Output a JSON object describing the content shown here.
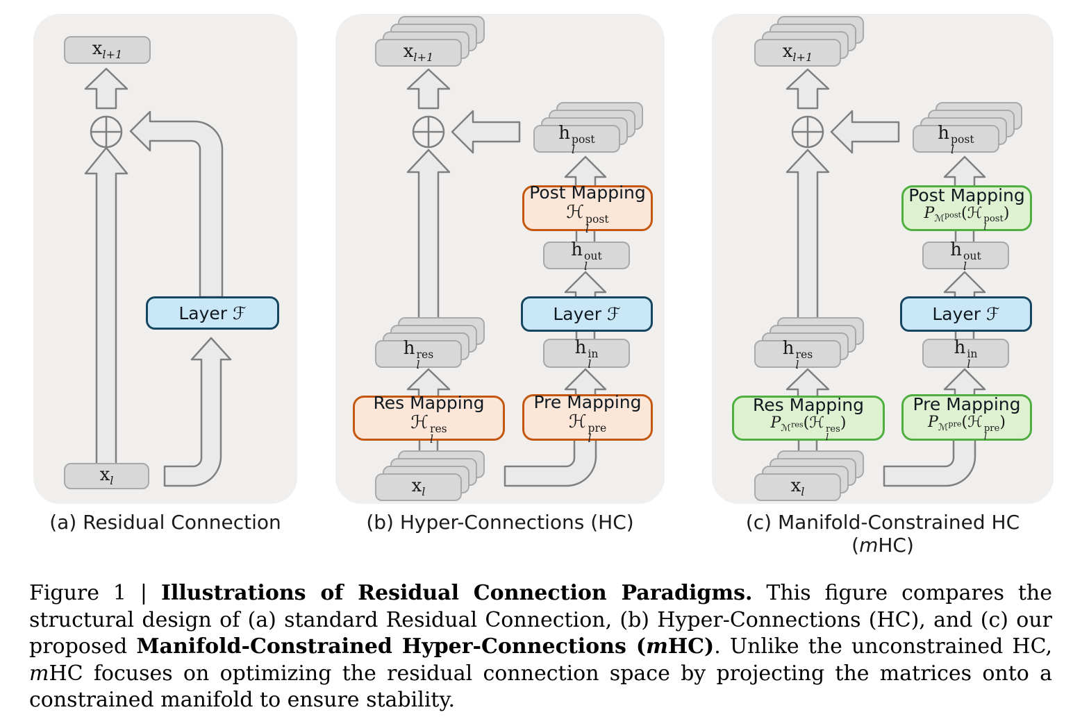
{
  "labels": {
    "x": "x",
    "l_plus_1": "l+1",
    "l": "l",
    "h": "h",
    "post": "post",
    "out": "out",
    "in": "in",
    "res": "res",
    "pre": "pre",
    "layer": "Layer ",
    "script_f": "ℱ",
    "post_mapping": "Post Mapping",
    "pre_mapping": "Pre Mapping",
    "res_mapping": "Res Mapping",
    "script_h": "ℋ",
    "script_p": "P",
    "script_m": "ℳ",
    "lparen": "(",
    "rparen": ")"
  },
  "panels": {
    "a": {
      "caption": "(a) Residual Connection"
    },
    "b": {
      "caption": "(b) Hyper-Connections (HC)"
    },
    "c": {
      "caption_pre": "(c) Manifold-Constrained HC (",
      "caption_m": "m",
      "caption_post": "HC)"
    }
  },
  "figure_caption": {
    "prefix": "Figure 1 | ",
    "bold_title": "Illustrations of Residual Connection Paradigms.",
    "body_1": " This figure compares the structural design of (a) standard Residual Connection, (b) Hyper-Connections (HC), and (c) our proposed ",
    "bold_2_pre": "Manifold-Constrained Hyper-Connections (",
    "bold_2_m": "m",
    "bold_2_post": "HC)",
    "body_2": ". Unlike the unconstrained HC, ",
    "body_2_m": "m",
    "body_3": "HC focuses on optimizing the residual connection space by projecting the matrices onto a constrained manifold to ensure stability."
  },
  "colors": {
    "panel_bg": "#f0efee",
    "card_fill": "#d8d8d8",
    "card_border": "#a9a9a9",
    "arrow_fill": "#ebeaea",
    "arrow_stroke": "#7f7f7f",
    "layer_fill": "#c9e7f6",
    "layer_border": "#16455f",
    "hc_mapping_fill": "#fbe6d7",
    "hc_mapping_border": "#c4570f",
    "mhc_mapping_fill": "#def2d1",
    "mhc_mapping_border": "#4fae3f",
    "text": "#1a1a1a"
  }
}
